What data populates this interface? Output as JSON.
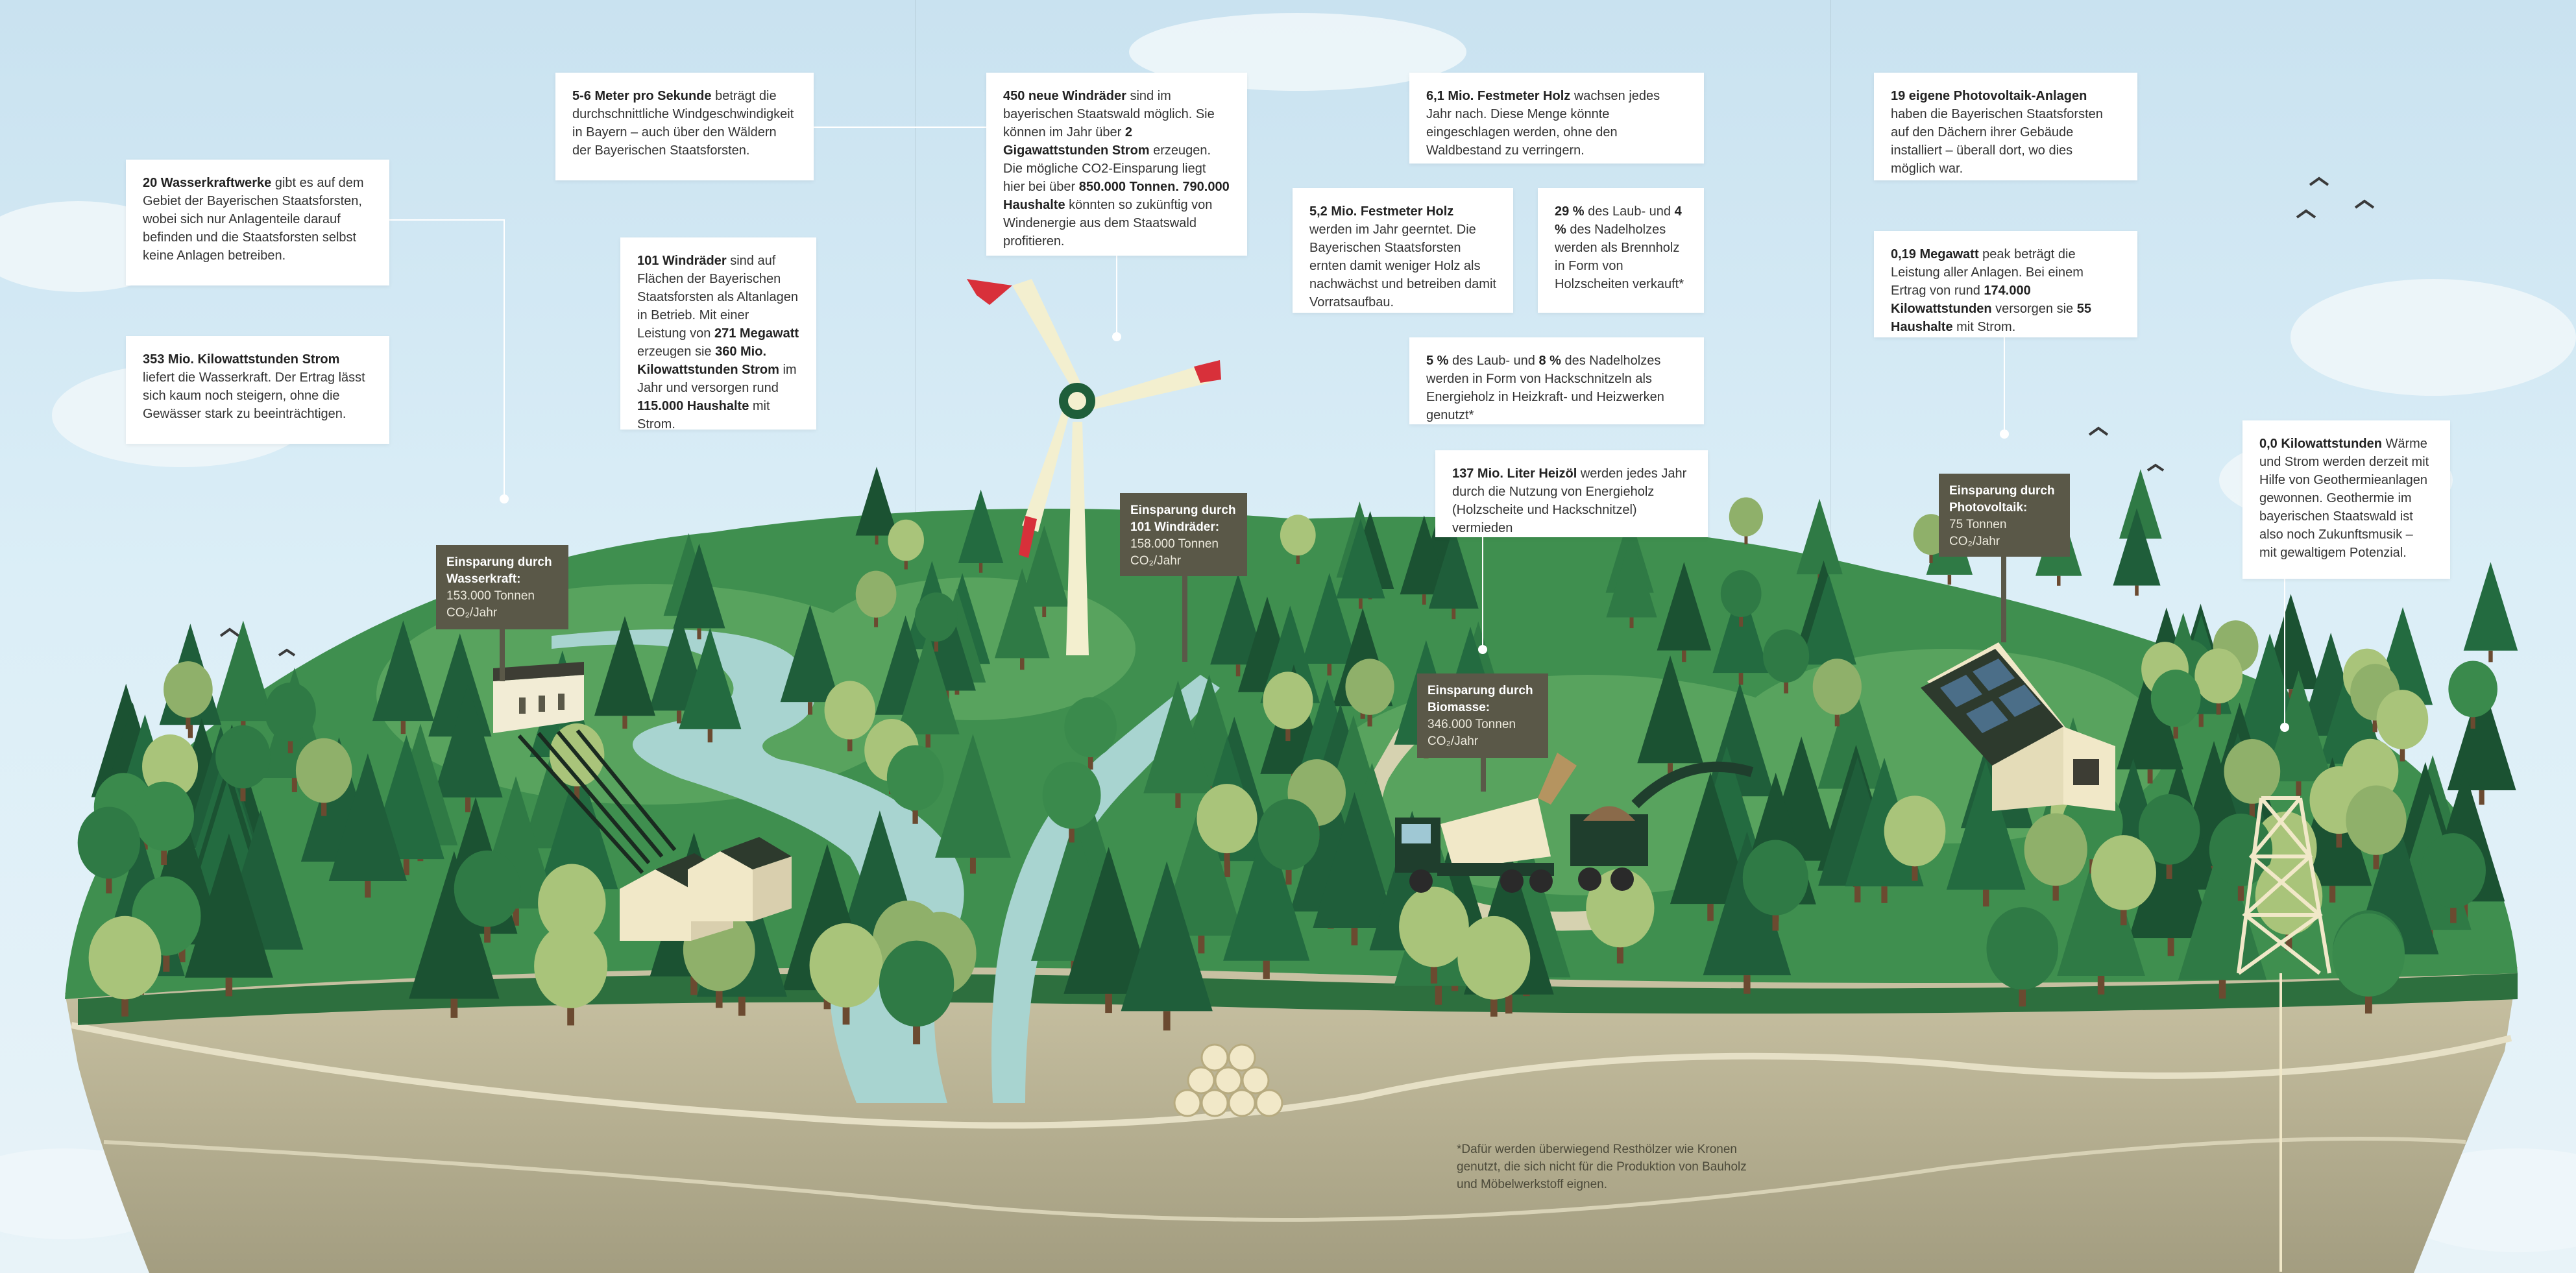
{
  "cards": {
    "hydro_plants": {
      "b1": "20 Wasserkraftwerke",
      "t1": " gibt es auf dem Gebiet der Bayerischen Staatsforsten, wobei sich nur Anlagenteile darauf befinden und die Staatsforsten selbst keine Anlagen betreiben."
    },
    "hydro_power": {
      "b1": "353 Mio. Kilowattstunden Strom",
      "t1": " liefert die Wasserkraft. Der Ertrag lässt sich kaum noch steigern, ohne die Gewässer stark zu beeinträchtigen."
    },
    "wind_speed": {
      "b1": "5-6 Meter pro Sekunde",
      "t1": " beträgt die durchschnittliche Windgeschwindigkeit in Bayern – auch über den Wäldern der Bayerischen Staatsforsten."
    },
    "wind_existing": {
      "b1": "101 Windräder",
      "t1": " sind auf Flächen der Bayerischen Staatsforsten als Altanlagen in Betrieb. Mit einer Leistung von ",
      "b2": "271 Megawatt",
      "t2": " erzeugen sie ",
      "b3": "360 Mio. Kilowattstunden Strom",
      "t3": " im Jahr und versorgen rund ",
      "b4": "115.000 Haushalte",
      "t4": " mit Strom."
    },
    "wind_new": {
      "b1": "450 neue Windräder",
      "t1": " sind im bayerischen Staatswald möglich. Sie können im Jahr über ",
      "b2": "2 Gigawattstunden Strom",
      "t2": " erzeugen. Die mögliche CO2-Einsparung liegt hier bei über ",
      "b3": "850.000 Tonnen. 790.000 Haushalte",
      "t3": " könnten so zukünftig von Windenergie aus dem Staatswald profitieren."
    },
    "wood_growth": {
      "b1": "6,1 Mio. Festmeter Holz",
      "t1": " wachsen jedes Jahr nach. Diese Menge könnte eingeschlagen werden, ohne den Waldbestand zu verringern."
    },
    "wood_harvest": {
      "b1": "5,2 Mio. Festmeter Holz",
      "t1": " werden im Jahr geerntet. Die Bayerischen Staatsforsten ernten damit weniger Holz als nachwächst und betreiben damit Vorratsaufbau."
    },
    "firewood": {
      "b1": "29 %",
      "t1": " des Laub- und ",
      "b2": "4 %",
      "t2": " des Nadelholzes werden als Brennholz in Form von Holzscheiten verkauft*"
    },
    "chips": {
      "b1": "5 %",
      "t1": " des Laub- und ",
      "b2": "8 %",
      "t2": " des Nadelholzes werden in Form von Hackschnitzeln als Energieholz in Heizkraft- und Heizwerken genutzt*"
    },
    "oil": {
      "b1": "137 Mio. Liter Heizöl",
      "t1": " werden jedes Jahr durch die Nutzung von Energieholz (Holzscheite und Hackschnitzel) vermieden"
    },
    "pv_plants": {
      "b1": "19 eigene Photovoltaik-Anlagen",
      "t1": " haben die Bayerischen Staatsforsten auf den Dächern ihrer Gebäude installiert – überall dort, wo dies möglich war."
    },
    "pv_power": {
      "b1": "0,19 Megawatt",
      "t1": " peak beträgt die Leistung aller Anlagen. Bei einem Ertrag von rund ",
      "b2": "174.000 Kilowattstunden",
      "t2": " versorgen sie ",
      "b3": "55 Haushalte",
      "t3": " mit Strom."
    },
    "geothermal": {
      "b1": "0,0 Kilowattstunden",
      "t1": " Wärme und Strom werden derzeit mit Hilfe von Geothermieanlagen gewonnen. Geothermie im bayerischen Staatswald ist also noch Zukunftsmusik – mit gewaltigem Potenzial."
    }
  },
  "signs": {
    "hydro": {
      "title": "Einsparung durch Wasserkraft:",
      "value": "153.000 Tonnen",
      "unit": "CO₂/Jahr"
    },
    "wind": {
      "title": "Einsparung durch 101 Windräder:",
      "value": "158.000 Tonnen",
      "unit": "CO₂/Jahr"
    },
    "biomass": {
      "title": "Einsparung durch Biomasse:",
      "value": "346.000 Tonnen",
      "unit": "CO₂/Jahr"
    },
    "pv": {
      "title": "Einsparung durch Photovoltaik:",
      "value": "75 Tonnen",
      "unit": "CO₂/Jahr"
    }
  },
  "footnote": "*Dafür werden überwiegend Resthölzer wie Kronen genutzt, die sich nicht für die Produktion von Bauholz und Möbelwerkstoff eignen.",
  "colors": {
    "sky": "#d6ebf5",
    "forest_dark": "#1f5e3a",
    "forest_mid": "#2f7a45",
    "meadow": "#3f8f4f",
    "light_tree": "#a9c47a",
    "river": "#a8d4d0",
    "soil": "#bdb79a",
    "soil_dark": "#8f8a72",
    "sign_bg": "#5a5848",
    "card_bg": "#ffffff",
    "blade_tip": "#d8303a"
  }
}
